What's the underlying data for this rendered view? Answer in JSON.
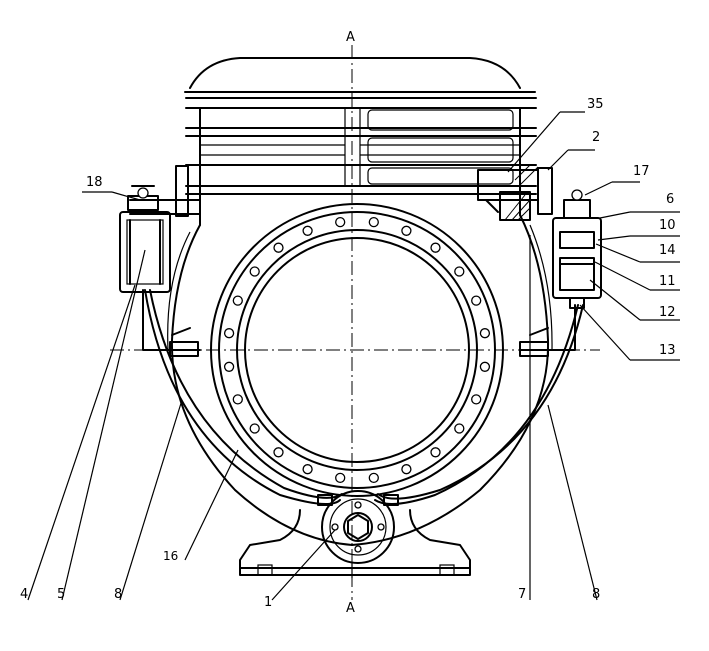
{
  "section_marks": {
    "top": "A",
    "bottom": "A"
  },
  "callouts": {
    "c35": "35",
    "c2": "2",
    "c17": "17",
    "c6": "6",
    "c10": "10",
    "c14": "14",
    "c11": "11",
    "c12": "12",
    "c13": "13",
    "c18": "18",
    "c4": "4",
    "c5": "5",
    "c8l": "8",
    "c16": "16",
    "c1": "1",
    "c7": "7",
    "c8r": "8"
  }
}
